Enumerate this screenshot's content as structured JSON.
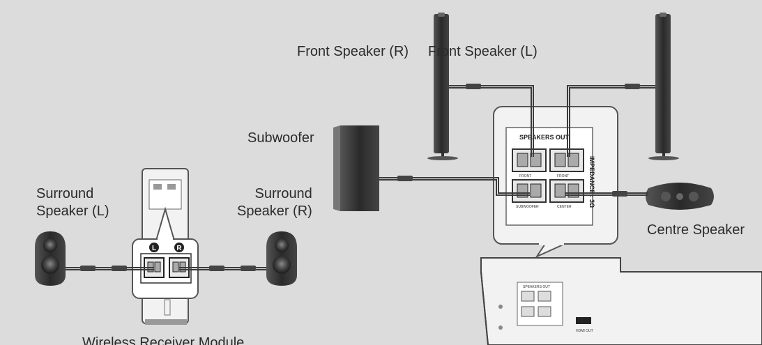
{
  "labels": {
    "front_right": "Front Speaker (R)",
    "front_left": "Front Speaker (L)",
    "subwoofer": "Subwoofer",
    "surround_left_line1": "Surround",
    "surround_left_line2": "Speaker (L)",
    "surround_right_line1": "Surround",
    "surround_right_line2": "Speaker (R)",
    "centre": "Centre Speaker",
    "receiver": "Wireless Receiver Module"
  },
  "panel": {
    "title": "SPEAKERS OUT",
    "impedance": "IMPEDANCE : 3Ω",
    "ports": [
      "FRONT",
      "FRONT",
      "SUBWOOFER",
      "CENTER"
    ],
    "module_channels": [
      "L",
      "R"
    ]
  },
  "colors": {
    "background": "#dcdcdc",
    "device": "#f2f2f2",
    "speaker_dark": "#3a3a3a",
    "cable": "#3c3c3c"
  }
}
